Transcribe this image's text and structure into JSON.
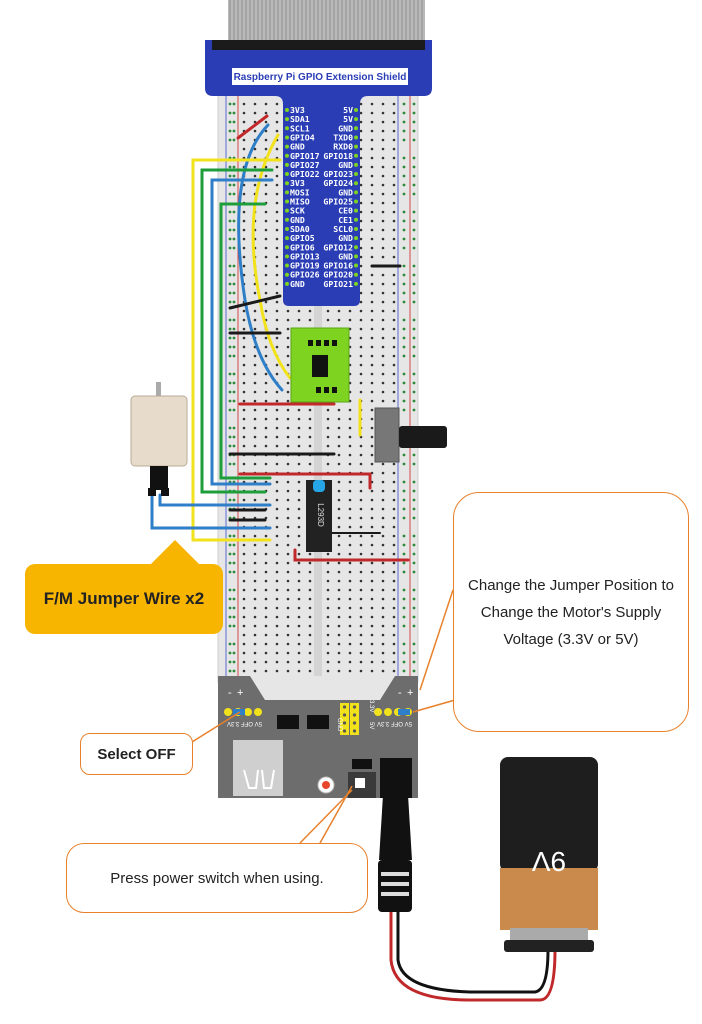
{
  "shield": {
    "title": "Raspberry Pi GPIO Extension Shield",
    "pins_left": [
      "3V3",
      "SDA1",
      "SCL1",
      "GPIO4",
      "GND",
      "GPIO17",
      "GPIO27",
      "GPIO22",
      "3V3",
      "MOSI",
      "MISO",
      "SCK",
      "GND",
      "SDA0",
      "GPIO5",
      "GPIO6",
      "GPIO13",
      "GPIO19",
      "GPIO26",
      "GND"
    ],
    "pins_right": [
      "5V",
      "5V",
      "GND",
      "TXD0",
      "RXD0",
      "GPIO18",
      "GND",
      "GPIO23",
      "GPIO24",
      "GND",
      "GPIO25",
      "CE0",
      "CE1",
      "SCL0",
      "GND",
      "GPIO12",
      "GND",
      "GPIO16",
      "GPIO20",
      "GPIO21"
    ]
  },
  "chip": {
    "label": "L293D"
  },
  "power_module": {
    "left_jumper_label": "5V OFF 3.3V",
    "right_jumper_label": "5V OFF 3.3V",
    "header_labels": [
      "3.3V",
      "5V",
      "GND"
    ],
    "rail_minus": "-",
    "rail_plus": "+"
  },
  "battery": {
    "label": "9V"
  },
  "callouts": {
    "jumper_voltage": "Change the Jumper Position to Change the Motor's Supply Voltage (3.3V or 5V)",
    "fm_wire": "F/M Jumper Wire x2",
    "select_off": "Select OFF",
    "power_switch": "Press power switch when using."
  },
  "colors": {
    "shield_blue": "#2a3db5",
    "callout_border": "#e8812c",
    "callout_fill": "#f7b500",
    "wire_red": "#c0282a",
    "wire_yellow": "#f2e21c",
    "wire_green": "#1e9e3a",
    "wire_blue": "#2f7fc8",
    "wire_black": "#1a1a1a"
  }
}
